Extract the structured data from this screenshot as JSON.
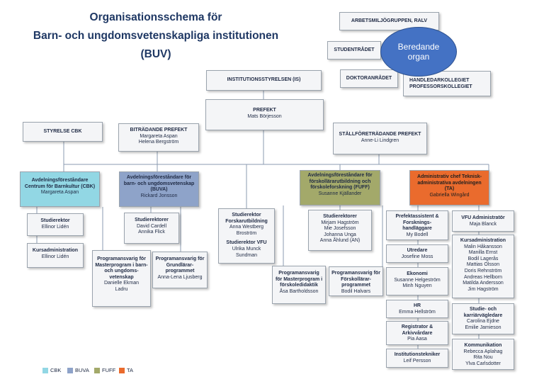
{
  "title": {
    "line1": "Organisationsschema för",
    "line2": "Barn- och ungdomsvetenskapliga institutionen",
    "line3": "(BUV)"
  },
  "top_right": {
    "arbetsmiljo": "ARBETSMILJÖGRUPPEN, RALV",
    "studentradet": "STUDENTRÅDET",
    "doktorandradet": "DOKTORANRÅDET",
    "kollegier_1": "HANDLEDARKOLLEGIET",
    "kollegier_2": "PROFESSORSKOLLEGIET",
    "beredande_1": "Beredande",
    "beredande_2": "organ"
  },
  "is": "INSTITUTIONSSTYRELSEN (IS)",
  "prefekt": {
    "title": "PREFEKT",
    "name": "Mats Börjesson"
  },
  "styrelse_cbk": "STYRELSE CBK",
  "bitradande": {
    "title": "BITRÄDANDE PREFEKT",
    "names": [
      "Margareta Aspan",
      "Helena Bergström"
    ]
  },
  "stallforetradande": {
    "title": "STÄLLFÖRETRÄDANDE PREFEKT",
    "name": "Anne-Li Lindgren"
  },
  "cbk": {
    "head": {
      "title": "Avdelningsföreståndare Centrum för Barnkultur (CBK)",
      "name": "Margareta Aspan"
    },
    "studierektor": {
      "title": "Studierektor",
      "name": "Ellinor Lidén"
    },
    "kursadmin": {
      "title": "Kursadministration",
      "name": "Ellinor Lidén"
    }
  },
  "buva": {
    "head": {
      "title": "Avdelningsföreståndare för barn- och ungdomsvetenskap (BUVA)",
      "name": "Rickard Jonsson"
    },
    "studierektorer": {
      "title": "Studierektorer",
      "names": [
        "David Cardell",
        "Annika Flick"
      ]
    },
    "master": {
      "title": "Programansvarig för Masterprogram i barn- och ungdoms-vetenskap",
      "names": [
        "Danielle Ekman",
        "Ladru"
      ]
    },
    "grund": {
      "title": "Programansvarig för Grundlärar-programmet",
      "name": "Anna-Lena Ljusberg"
    }
  },
  "studierektor_center": {
    "title1": "Studierektor Forskarutbildning",
    "names1": [
      "Anna Westberg",
      "Broström"
    ],
    "title2": "Studierektor VFU",
    "names2": [
      "Ulrika Munck",
      "Sundman"
    ]
  },
  "fuff": {
    "head": {
      "title": "Avdelningsföreståndare för förskollärarutbildning och förskoleforskning (FUFF)",
      "name": "Susanne Kjällander"
    },
    "studierektorer": {
      "title": "Studierektorer",
      "names": [
        "Mirjam Hagström",
        "Mie Josefsson",
        "Johanna Unga",
        "Anna Åhlund (AN)"
      ]
    },
    "master": {
      "title": "Programansvarig för Masterprogram i förskoledidaktik",
      "name": "Åsa Bartholdsson"
    },
    "forskol": {
      "title": "Programansvarig för Förskollärar-programmet",
      "name": "Bodil Halvars"
    }
  },
  "ta": {
    "head": {
      "title": "Administrativ chef Teknisk-administrativa avdelningen (TA)",
      "name": "Gabriella Wingård"
    },
    "prefektassistent": {
      "title": "Prefektassistent & Forsknings-handläggare",
      "name": "My Bodell"
    },
    "utredare": {
      "title": "Utredare",
      "name": "Josefine Moss"
    },
    "ekonomi": {
      "title": "Ekonomi",
      "names": [
        "Susanne Helgeström",
        "Minh Nguyen"
      ]
    },
    "hr": {
      "title": "HR",
      "name": "Emma Hellström"
    },
    "registrator": {
      "title": "Registrator & Arkivvårdare",
      "name": "Pia Aasa"
    },
    "institutionstekniker": {
      "title": "Institutionstekniker",
      "name": "Leif Persson"
    },
    "vfu_admin": {
      "title": "VFU Administratör",
      "name": "Maja Blanck"
    },
    "kursadmin": {
      "title": "Kursadministration",
      "names": [
        "Malin Håkansson",
        "Manilla Ernst",
        "Bodil Lagerås",
        "Mattias Olsson",
        "Doris Rehnström",
        "Andreas Hellborn",
        "Matilda Andersson",
        "Jim Hagström"
      ]
    },
    "studievagledare": {
      "title": "Studie- och karriärvägledare",
      "names": [
        "Carolina Ejdne",
        "Emilie Jamieson"
      ]
    },
    "kommunikation": {
      "title": "Kommunikation",
      "names": [
        "Rebecca Aplahag",
        "Rita Nou",
        "Ylva Carlsdotter"
      ]
    }
  },
  "legend": {
    "cbk": "CBK",
    "buva": "BUVA",
    "fuff": "FUFF",
    "ta": "TA"
  },
  "colors": {
    "cbk": "#92d7e4",
    "buva": "#8ea3c9",
    "fuff": "#a3a96a",
    "ta": "#ea6b2d",
    "oval": "#4472c4"
  }
}
